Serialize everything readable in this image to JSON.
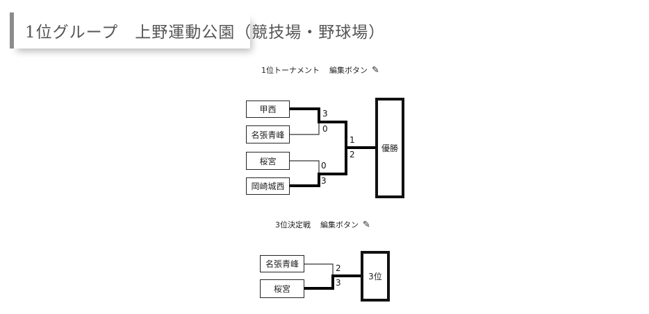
{
  "header": {
    "title": "1位グループ　上野運動公園（競技場・野球場）"
  },
  "tournament": {
    "label": "1位トーナメント",
    "edit_label": "編集ボタン",
    "edit_icon": "pencil-icon",
    "teams": [
      "甲西",
      "名張青峰",
      "桜宮",
      "岡崎城西"
    ],
    "semifinal_scores": [
      {
        "top": "3",
        "bottom": "0"
      },
      {
        "top": "0",
        "bottom": "3"
      }
    ],
    "final_scores": {
      "top": "1",
      "bottom": "2"
    },
    "result_label": "優勝"
  },
  "third_place": {
    "label": "3位決定戦",
    "edit_label": "編集ボタン",
    "edit_icon": "pencil-icon",
    "teams": [
      "名張青峰",
      "桜宮"
    ],
    "scores": {
      "top": "2",
      "bottom": "3"
    },
    "result_label": "3位"
  },
  "colors": {
    "text": "#222222",
    "header_border": "#8c8c8c",
    "header_text": "#555555",
    "winner_line": "#000000",
    "loser_line": "#333333"
  }
}
